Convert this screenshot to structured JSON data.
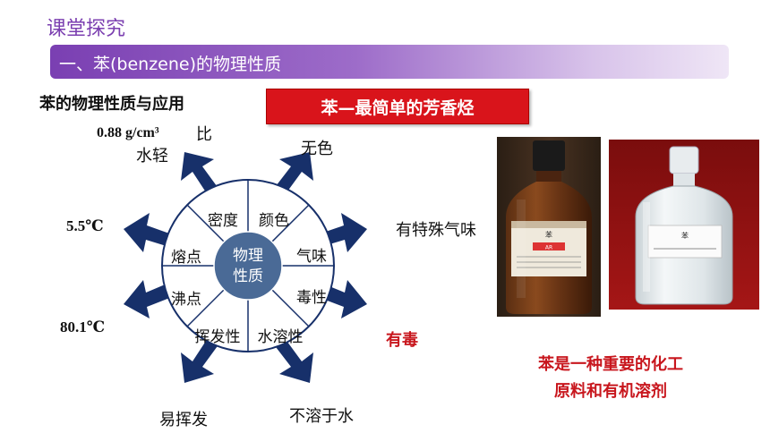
{
  "header": {
    "title": "课堂探究",
    "banner": "一、苯(benzene)的物理性质"
  },
  "left": {
    "heading": "苯的物理性质与应用"
  },
  "red_banner": "苯—最简单的芳香烃",
  "wheel": {
    "center": [
      "物理",
      "性质"
    ],
    "segments": [
      "密度",
      "颜色",
      "气味",
      "毒性",
      "水溶性",
      "挥发性",
      "沸点",
      "熔点"
    ]
  },
  "values": {
    "density_line1": "0.88 g/cm³",
    "density_than": "比",
    "density_line2": "水轻",
    "color": "无色",
    "odor": "有特殊气味",
    "toxicity": "有毒",
    "solubility": "不溶于水",
    "volatility": "易挥发",
    "boiling_point": "80.1℃",
    "melting_point": "5.5℃"
  },
  "photos": {
    "bottle1_label_char": "苯",
    "bottle1_grade": "AR",
    "bottle2_label_char": "苯"
  },
  "conclusion": [
    "苯是一种重要的化工",
    "原料和有机溶剂"
  ],
  "colors": {
    "title": "#7b3fb0",
    "arrow": "#17306a",
    "wheel_center": "#4a6a96",
    "accent_red": "#c8161d"
  }
}
